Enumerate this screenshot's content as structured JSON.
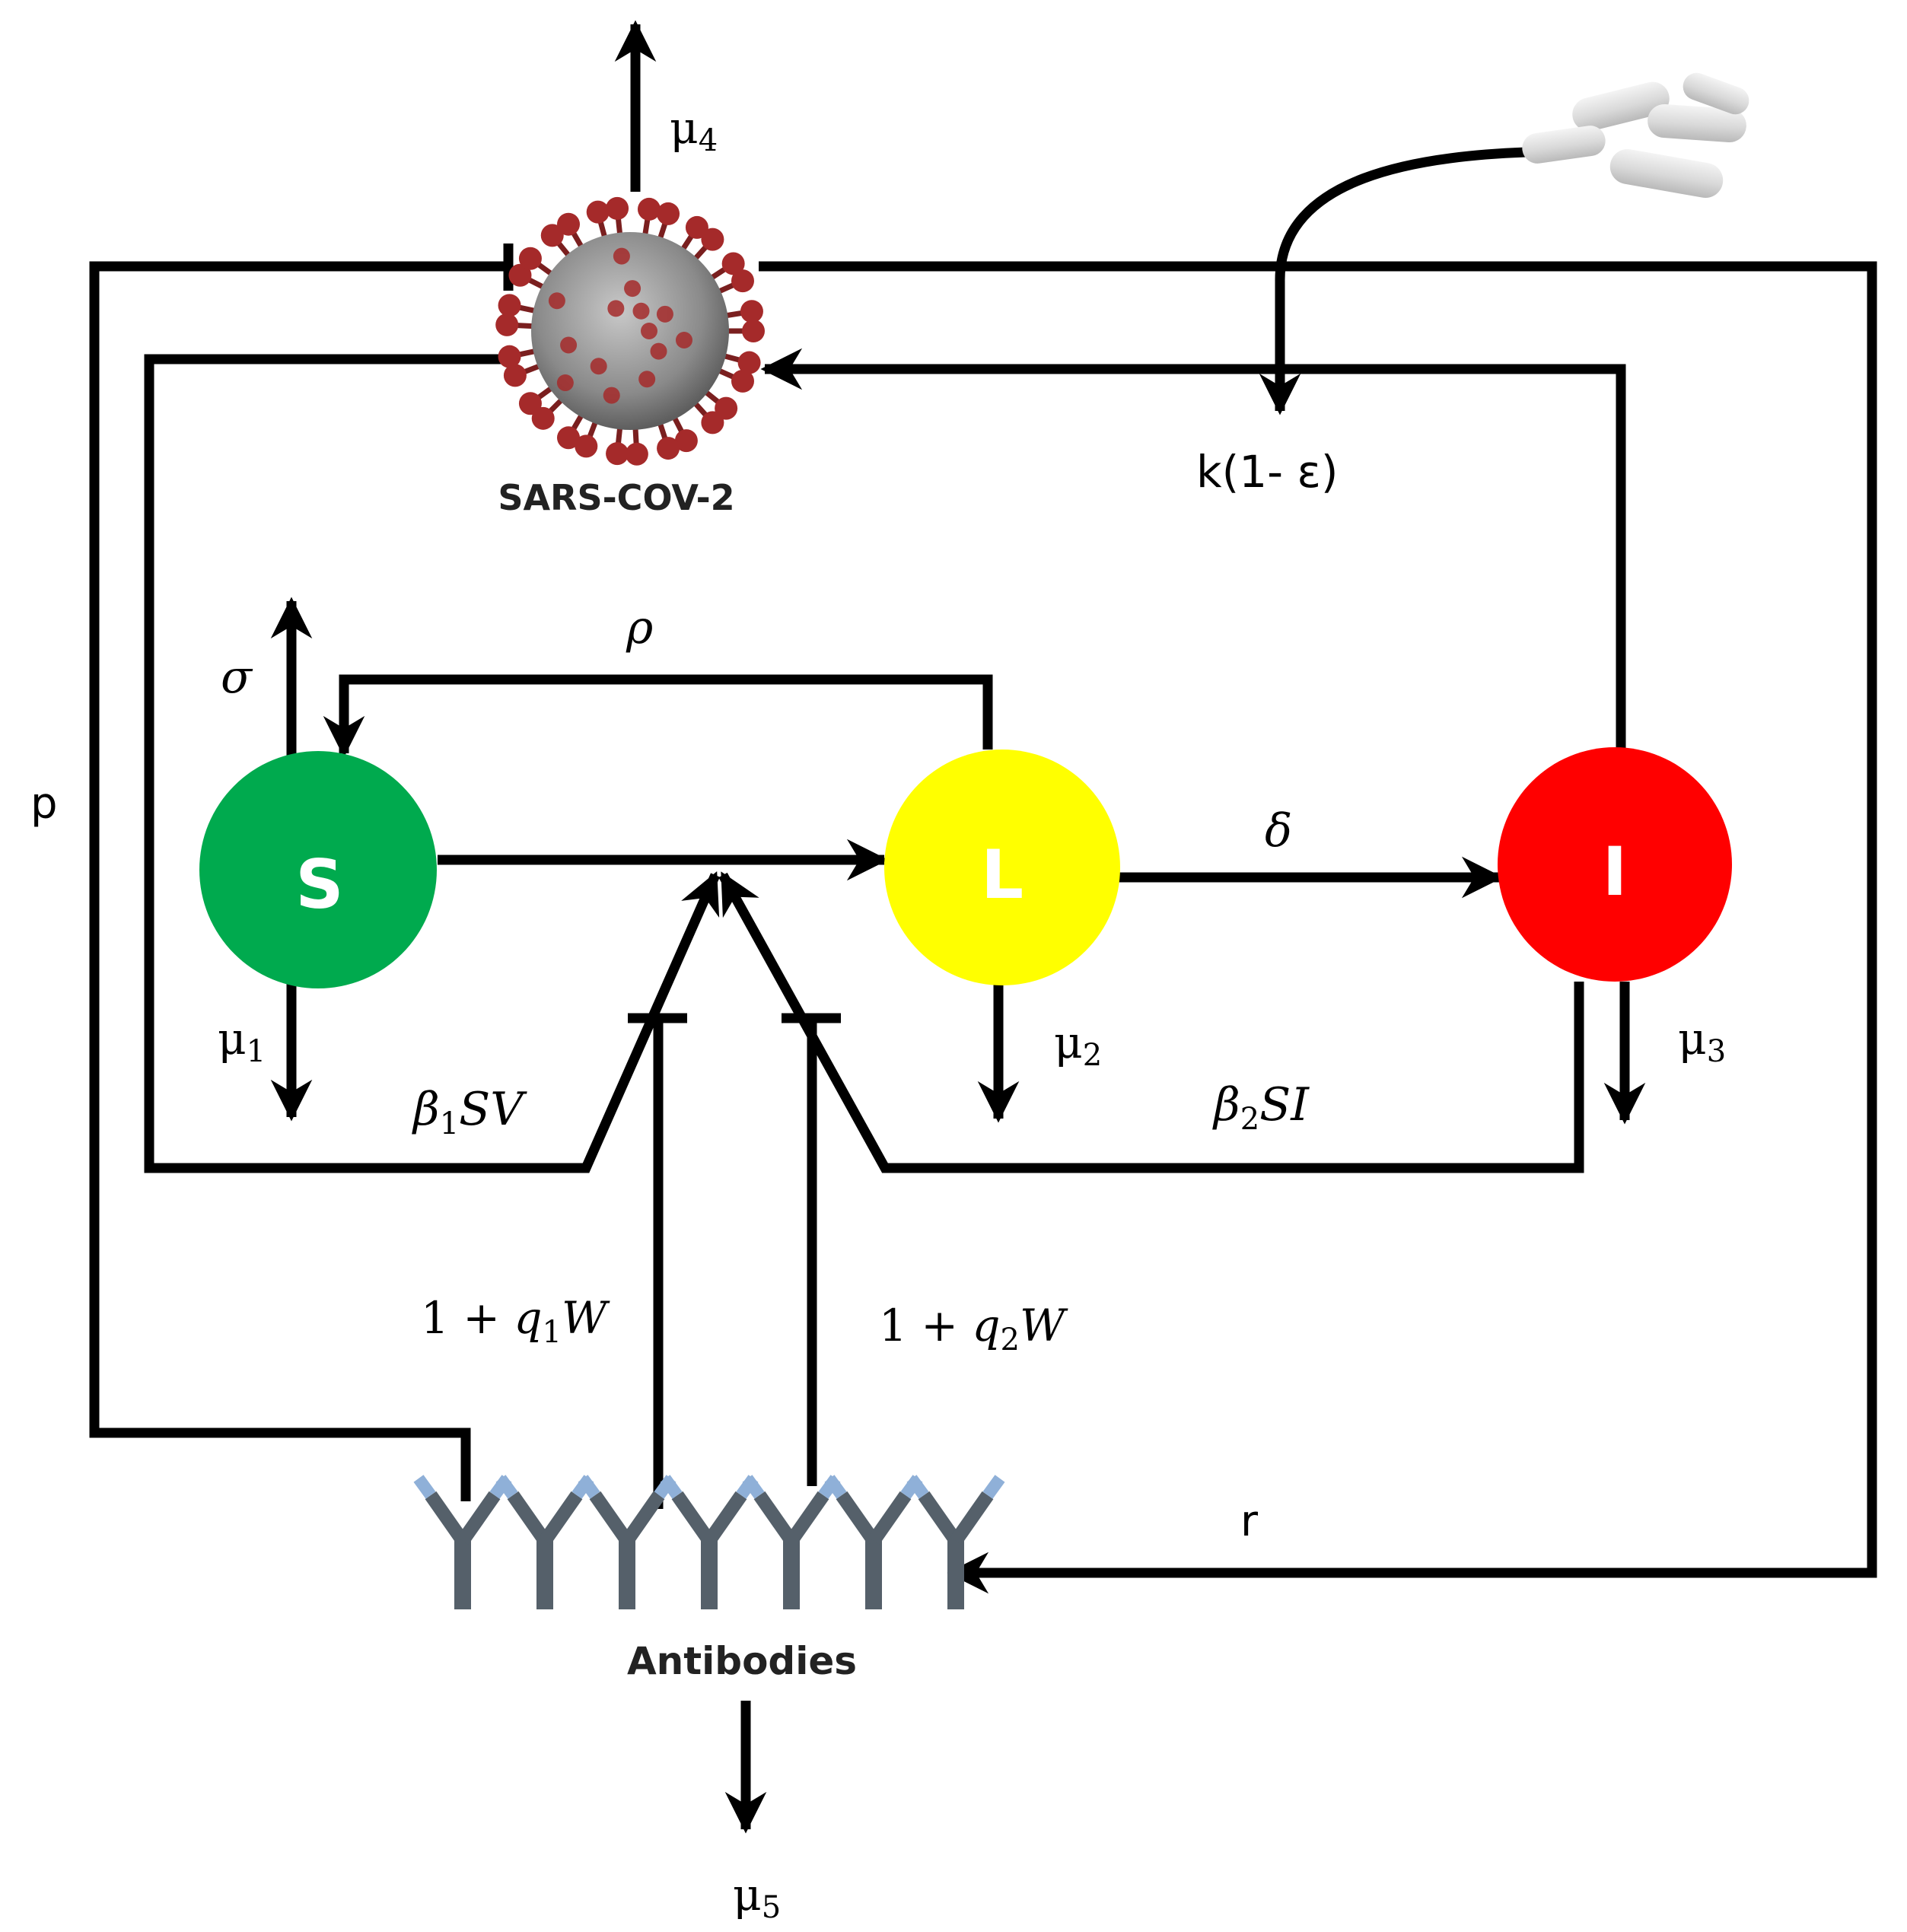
{
  "nodes": {
    "S": {
      "label": "S",
      "color": "#00aa4e"
    },
    "L": {
      "label": "L",
      "color": "#ffff00"
    },
    "I": {
      "label": "I",
      "color": "#ff0000"
    }
  },
  "virus": {
    "label": "SARS-COV-2",
    "spike_color": "#a52a2a",
    "body_color": "#8a8a8a"
  },
  "antibodies": {
    "label": "Antibodies",
    "color": "#55606a",
    "tip_color": "#8fb0d8",
    "count": 7
  },
  "drug_icon": "capsules-icon",
  "rates": {
    "mu1": {
      "base": "μ",
      "sub": "1"
    },
    "mu2": {
      "base": "μ",
      "sub": "2"
    },
    "mu3": {
      "base": "μ",
      "sub": "3"
    },
    "mu4": {
      "base": "μ",
      "sub": "4"
    },
    "mu5": {
      "base": "μ",
      "sub": "5"
    },
    "sigma": "σ",
    "rho": "ρ",
    "delta": "δ",
    "p": "p",
    "r": "r",
    "k": "k(1- ε)",
    "beta1": {
      "beta": "β",
      "sub": "1",
      "rest": "SV"
    },
    "beta2": {
      "beta": "β",
      "sub": "2",
      "rest": "SI"
    },
    "q1": {
      "pre": "1 + ",
      "q": "q",
      "sub": "1",
      "w": "W"
    },
    "q2": {
      "pre": "1 + ",
      "q": "q",
      "sub": "2",
      "w": "W"
    }
  }
}
